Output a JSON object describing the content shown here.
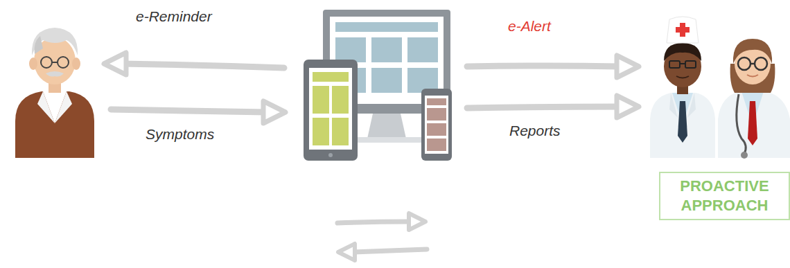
{
  "diagram": {
    "nodes": [
      {
        "text": [
          "PROACTIVE APPROACH"
        ]
      }
    ],
    "labels": [
      "e-Reminder",
      "Symptoms",
      "e-Alert",
      "Reports"
    ]
  }
}
